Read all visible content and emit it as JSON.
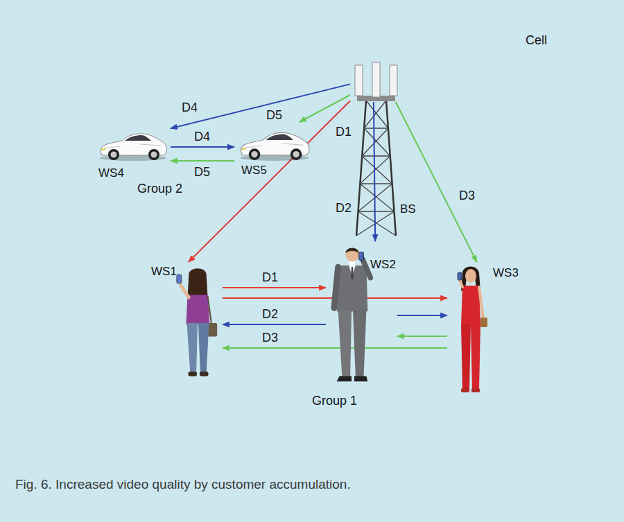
{
  "diagram": {
    "caption": "Fig. 6. Increased video quality by customer accumulation.",
    "nodes": [
      {
        "text": [
          "Cell"
        ]
      },
      {
        "text": [
          "Group 2"
        ],
        "in": 0
      },
      {
        "text": [
          "WS4"
        ],
        "in": 1
      },
      {
        "text": [
          "WS5"
        ],
        "in": 1
      },
      {
        "text": [
          "BS"
        ],
        "in": 0
      },
      {
        "text": [
          "Group 1"
        ],
        "in": 0
      },
      {
        "text": [
          "WS1"
        ],
        "in": 5
      },
      {
        "text": [
          "WS2"
        ],
        "in": 5
      },
      {
        "text": [
          "WS3"
        ],
        "in": 5
      }
    ],
    "edges": [
      {
        "from": 4,
        "to": 2,
        "arrow": "to",
        "label": "D4"
      },
      {
        "from": 4,
        "to": 3,
        "arrow": "to",
        "label": "D5"
      },
      {
        "from": 4,
        "to": 6,
        "arrow": "to",
        "label": "D1"
      },
      {
        "from": 4,
        "to": 7,
        "arrow": "to",
        "label": "D2"
      },
      {
        "from": 4,
        "to": 8,
        "arrow": "to",
        "label": "D3"
      },
      {
        "from": 2,
        "to": 3,
        "arrow": "to",
        "label": "D4"
      },
      {
        "from": 3,
        "to": 2,
        "arrow": "to",
        "label": "D5"
      },
      {
        "from": 6,
        "to": 7,
        "arrow": "to",
        "label": "D1"
      },
      {
        "from": 6,
        "to": 8,
        "arrow": "to"
      },
      {
        "from": 7,
        "to": 6,
        "arrow": "to",
        "label": "D2"
      },
      {
        "from": 7,
        "to": 8,
        "arrow": "to"
      },
      {
        "from": 8,
        "to": 7,
        "arrow": "to"
      },
      {
        "from": 8,
        "to": 6,
        "arrow": "to",
        "label": "D3"
      }
    ]
  }
}
